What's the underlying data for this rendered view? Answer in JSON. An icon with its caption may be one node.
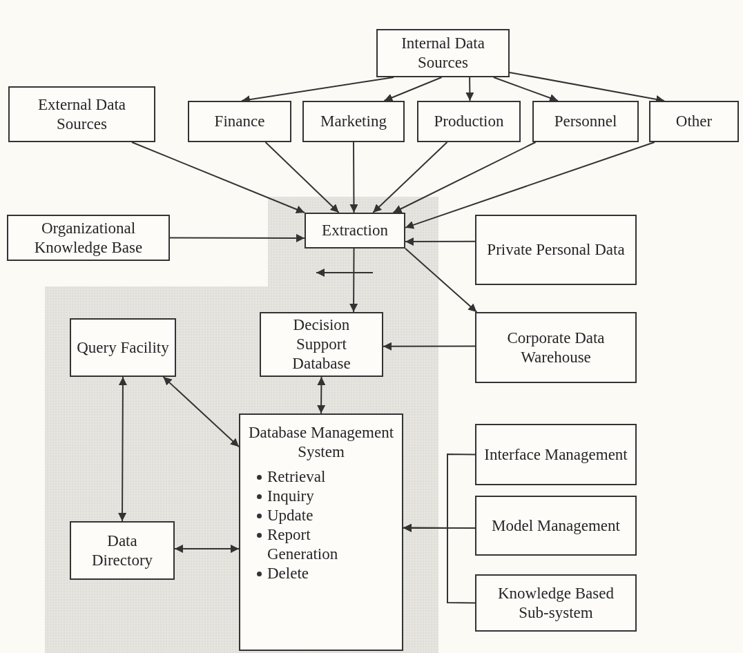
{
  "diagram": {
    "nodes": [
      {
        "text": [
          "Internal Data Sources"
        ]
      },
      {
        "text": [
          "External Data Sources"
        ]
      },
      {
        "text": [
          "Finance"
        ]
      },
      {
        "text": [
          "Marketing"
        ]
      },
      {
        "text": [
          "Production"
        ]
      },
      {
        "text": [
          "Personnel"
        ]
      },
      {
        "text": [
          "Other"
        ]
      },
      {
        "text": [
          "Organizational Knowledge Base"
        ]
      },
      {
        "text": [
          "Extraction"
        ]
      },
      {
        "text": [
          "Private Personal Data"
        ]
      },
      {
        "text": [
          "Decision Support Database"
        ]
      },
      {
        "text": [
          "Corporate Data Warehouse"
        ]
      },
      {
        "text": [
          "Query Facility"
        ]
      },
      {
        "text": [
          "Database Management System",
          "Retrieval",
          "Inquiry",
          "Update",
          "Report Generation",
          "Delete"
        ]
      },
      {
        "text": [
          "Interface Management"
        ]
      },
      {
        "text": [
          "Model Management"
        ]
      },
      {
        "text": [
          "Knowledge Based Sub-system"
        ]
      },
      {
        "text": [
          "Data Directory"
        ]
      }
    ],
    "edges": [
      {
        "from": 0,
        "to": 2,
        "arrow": "to"
      },
      {
        "from": 0,
        "to": 3,
        "arrow": "to"
      },
      {
        "from": 0,
        "to": 4,
        "arrow": "to"
      },
      {
        "from": 0,
        "to": 5,
        "arrow": "to"
      },
      {
        "from": 0,
        "to": 6,
        "arrow": "to"
      },
      {
        "from": 1,
        "to": 8,
        "arrow": "to"
      },
      {
        "from": 2,
        "to": 8,
        "arrow": "to"
      },
      {
        "from": 3,
        "to": 8,
        "arrow": "to"
      },
      {
        "from": 4,
        "to": 8,
        "arrow": "to"
      },
      {
        "from": 5,
        "to": 8,
        "arrow": "to"
      },
      {
        "from": 6,
        "to": 8,
        "arrow": "to"
      },
      {
        "from": 7,
        "to": 8,
        "arrow": "to"
      },
      {
        "from": 9,
        "to": 8,
        "arrow": "to"
      },
      {
        "from": 8,
        "to": 10,
        "arrow": "to"
      },
      {
        "from": 8,
        "to": 11,
        "arrow": "to"
      },
      {
        "from": 11,
        "to": 10,
        "arrow": "to"
      },
      {
        "from": 10,
        "to": 13,
        "arrow": "both"
      },
      {
        "from": 12,
        "to": 13,
        "arrow": "both"
      },
      {
        "from": 12,
        "to": 17,
        "arrow": "both"
      },
      {
        "from": 17,
        "to": 13,
        "arrow": "both"
      },
      {
        "from": 14,
        "to": 13,
        "arrow": "to"
      },
      {
        "from": 15,
        "to": 13,
        "arrow": "to"
      },
      {
        "from": 16,
        "to": 13,
        "arrow": "to"
      }
    ]
  }
}
